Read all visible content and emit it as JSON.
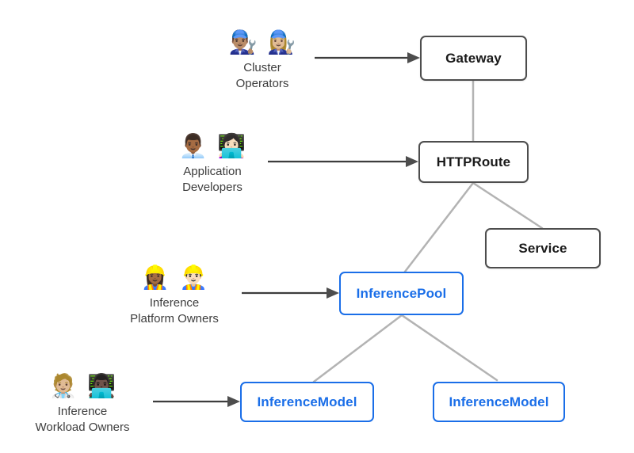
{
  "diagram": {
    "description": "Gateway API inference extension resource relationship diagram",
    "colors": {
      "background": "#ffffff",
      "gray_node_border": "#4d4d4d",
      "gray_node_text": "#1a1a1a",
      "blue_node_border": "#1a6ee8",
      "blue_node_text": "#1a6ee8",
      "connector_line": "#b3b3b3",
      "arrow_line": "#3d3d3d",
      "actor_label_text": "#3d3d3d"
    },
    "actors": [
      {
        "name": "Cluster Operators",
        "lines": [
          "Cluster",
          "Operators"
        ],
        "emojis": [
          "👨🏽‍🔧",
          "👩🏼‍🔧"
        ],
        "points_to": "Gateway"
      },
      {
        "name": "Application Developers",
        "lines": [
          "Application",
          "Developers"
        ],
        "emojis": [
          "👨🏾‍💼",
          "👩🏻‍💻"
        ],
        "points_to": "HTTPRoute"
      },
      {
        "name": "Inference Platform Owners",
        "lines": [
          "Inference",
          "Platform Owners"
        ],
        "emojis": [
          "👷🏾‍♀️",
          "👷🏻‍♂️"
        ],
        "points_to": "InferencePool"
      },
      {
        "name": "Inference Workload Owners",
        "lines": [
          "Inference",
          "Workload Owners"
        ],
        "emojis": [
          "🧑🏼‍⚕️",
          "👨🏿‍💻"
        ],
        "points_to": "InferenceModel"
      }
    ],
    "nodes": [
      {
        "id": "gateway",
        "label": "Gateway",
        "style": "gray"
      },
      {
        "id": "httproute",
        "label": "HTTPRoute",
        "style": "gray"
      },
      {
        "id": "service",
        "label": "Service",
        "style": "gray"
      },
      {
        "id": "inferencepool",
        "label": "InferencePool",
        "style": "blue"
      },
      {
        "id": "inferencemodel-left",
        "label": "InferenceModel",
        "style": "blue"
      },
      {
        "id": "inferencemodel-right",
        "label": "InferenceModel",
        "style": "blue"
      }
    ],
    "edges": [
      {
        "from": "Gateway",
        "to": "HTTPRoute",
        "kind": "connector"
      },
      {
        "from": "HTTPRoute",
        "to": "InferencePool",
        "kind": "connector"
      },
      {
        "from": "HTTPRoute",
        "to": "Service",
        "kind": "connector"
      },
      {
        "from": "InferencePool",
        "to": "InferenceModel (left)",
        "kind": "connector"
      },
      {
        "from": "InferencePool",
        "to": "InferenceModel (right)",
        "kind": "connector"
      },
      {
        "from": "Cluster Operators",
        "to": "Gateway",
        "kind": "arrow"
      },
      {
        "from": "Application Developers",
        "to": "HTTPRoute",
        "kind": "arrow"
      },
      {
        "from": "Inference Platform Owners",
        "to": "InferencePool",
        "kind": "arrow"
      },
      {
        "from": "Inference Workload Owners",
        "to": "InferenceModel (left)",
        "kind": "arrow"
      }
    ]
  }
}
